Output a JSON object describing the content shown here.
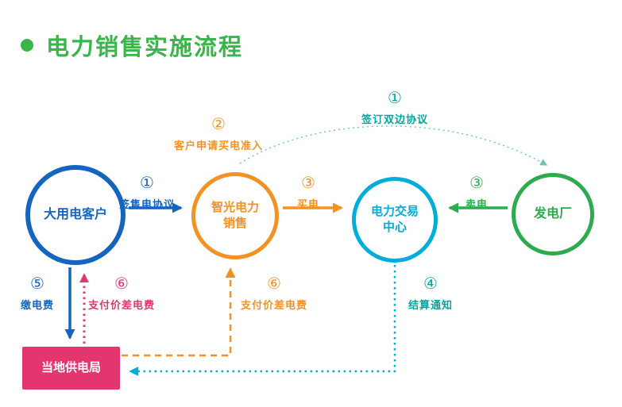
{
  "title": {
    "text": "电力销售实施流程"
  },
  "nodes": {
    "customer": {
      "label": "大用电客户"
    },
    "zhiguang": {
      "label_line1": "智光电力",
      "label_line2": "销售"
    },
    "trading": {
      "label_line1": "电力交易",
      "label_line2": "中心"
    },
    "plant": {
      "label": "发电厂"
    },
    "bureau": {
      "label": "当地供电局"
    }
  },
  "edges": {
    "sign_sale": {
      "num": "①",
      "label": "签售电协议"
    },
    "bilateral": {
      "num": "①",
      "label": "签订双边协议"
    },
    "apply_access": {
      "num": "②",
      "label": "客户申请买电准入"
    },
    "buy_power": {
      "num": "③",
      "label": "买电"
    },
    "sell_power": {
      "num": "③",
      "label": "卖电"
    },
    "settlement_notice": {
      "num": "④",
      "label": "结算通知"
    },
    "pay_fee": {
      "num": "⑤",
      "label": "缴电费"
    },
    "pay_diff_customer": {
      "num": "⑥",
      "label": "支付价差电费"
    },
    "pay_diff_zhiguang": {
      "num": "⑥",
      "label": "支付价差电费"
    }
  },
  "colors": {
    "title_green": "#3ab54a",
    "blue": "#1565c0",
    "orange": "#f39122",
    "cyan": "#00aed9",
    "green": "#2fab4f",
    "pink": "#e3356e",
    "teal": "#00a79d",
    "curve_teal": "#6fc3b4"
  }
}
